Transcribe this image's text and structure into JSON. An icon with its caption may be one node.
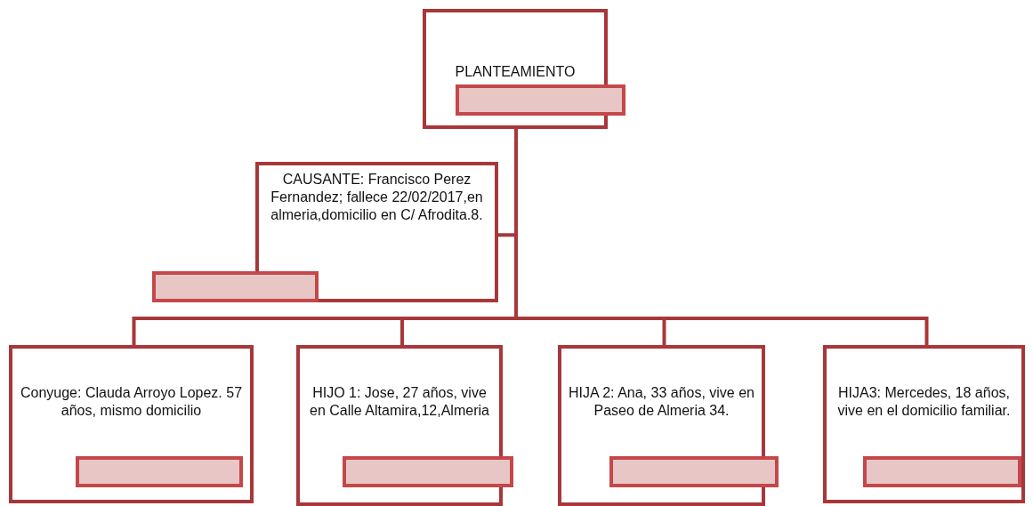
{
  "diagram": {
    "nodes": [
      {
        "text": [
          "PLANTEAMIENTO"
        ]
      },
      {
        "text": [],
        "shape": "box"
      },
      {
        "text": [
          "CAUSANTE: Francisco Perez Fernandez; fallece 22/02/2017,en almeria,domicilio en C/ Afrodita.8."
        ]
      },
      {
        "text": [],
        "shape": "box"
      },
      {
        "text": [
          "Conyuge: Clauda Arroyo Lopez. 57 años, mismo domicilio"
        ]
      },
      {
        "text": [],
        "shape": "box",
        "in": 4
      },
      {
        "text": [
          "HIJO 1: Jose, 27 años, vive en Calle Altamira,12,Almeria"
        ]
      },
      {
        "text": [],
        "shape": "box"
      },
      {
        "text": [
          "HIJA 2: Ana, 33 años, vive en Paseo de Almeria 34."
        ]
      },
      {
        "text": [],
        "shape": "box"
      },
      {
        "text": [
          "HIJA3: Mercedes, 18 años, vive en el domicilio familiar."
        ]
      },
      {
        "text": [],
        "shape": "box",
        "in": 10
      }
    ],
    "edges": [
      {
        "from": 0,
        "to": 2,
        "arrow": "none"
      },
      {
        "from": 0,
        "to": 4,
        "arrow": "none"
      },
      {
        "from": 0,
        "to": 6,
        "arrow": "none"
      },
      {
        "from": 0,
        "to": 8,
        "arrow": "none"
      },
      {
        "from": 0,
        "to": 10,
        "arrow": "none"
      }
    ]
  }
}
